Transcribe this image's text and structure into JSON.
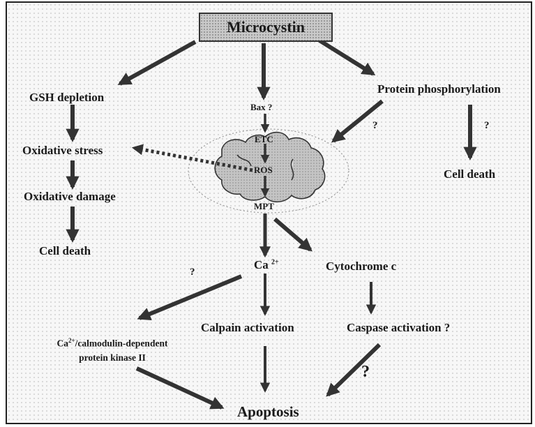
{
  "diagram": {
    "root": "Microcystin",
    "nodes": {
      "gsh_depletion": "GSH depletion",
      "oxidative_stress": "Oxidative stress",
      "oxidative_damage": "Oxidative damage",
      "cell_death_left": "Cell death",
      "bax": "Bax ?",
      "etc": "ETC",
      "ros": "ROS",
      "mpt": "MPT",
      "protein_phosphorylation": "Protein phosphorylation",
      "cell_death_right": "Cell death",
      "calcium": "Ca",
      "calcium_sup": "2+",
      "cytochrome_c": "Cytochrome c",
      "camk_prefix": "Ca",
      "camk_sup": "2+",
      "camk_line1": "/calmodulin-dependent",
      "camk_line2": "protein kinase II",
      "calpain": "Calpain activation",
      "caspase": "Caspase activation ?",
      "apoptosis": "Apoptosis"
    },
    "question_marks": {
      "phospho_to_mito": "?",
      "phospho_to_death": "?",
      "calcium_to_camk": "?",
      "caspase_to_apoptosis": "?"
    },
    "edges": [
      {
        "from": "Microcystin",
        "to": "GSH depletion",
        "style": "solid"
      },
      {
        "from": "Microcystin",
        "to": "Bax ?",
        "style": "solid"
      },
      {
        "from": "Microcystin",
        "to": "Protein phosphorylation",
        "style": "solid"
      },
      {
        "from": "GSH depletion",
        "to": "Oxidative stress",
        "style": "solid"
      },
      {
        "from": "Oxidative stress",
        "to": "Oxidative damage",
        "style": "solid"
      },
      {
        "from": "Oxidative damage",
        "to": "Cell death",
        "style": "solid"
      },
      {
        "from": "Bax ?",
        "to": "ETC",
        "style": "solid"
      },
      {
        "from": "ETC",
        "to": "ROS",
        "style": "solid"
      },
      {
        "from": "ROS",
        "to": "MPT",
        "style": "solid"
      },
      {
        "from": "ROS",
        "to": "Oxidative stress",
        "style": "dotted"
      },
      {
        "from": "Protein phosphorylation",
        "to": "mitochondrion",
        "style": "solid"
      },
      {
        "from": "Protein phosphorylation",
        "to": "Cell death",
        "style": "solid"
      },
      {
        "from": "MPT",
        "to": "Ca2+",
        "style": "solid"
      },
      {
        "from": "MPT",
        "to": "Cytochrome c",
        "style": "solid"
      },
      {
        "from": "Ca2+",
        "to": "Ca2+/calmodulin-dependent protein kinase II",
        "style": "solid"
      },
      {
        "from": "Ca2+",
        "to": "Calpain activation",
        "style": "solid"
      },
      {
        "from": "Cytochrome c",
        "to": "Caspase activation ?",
        "style": "solid"
      },
      {
        "from": "Ca2+/calmodulin-dependent protein kinase II",
        "to": "Apoptosis",
        "style": "solid"
      },
      {
        "from": "Calpain activation",
        "to": "Apoptosis",
        "style": "solid"
      },
      {
        "from": "Caspase activation ?",
        "to": "Apoptosis",
        "style": "solid"
      }
    ],
    "colors": {
      "arrow": "#333333",
      "mitochondrion_fill": "#bdbdbd",
      "root_box_fill": "#c9c9c9"
    }
  }
}
